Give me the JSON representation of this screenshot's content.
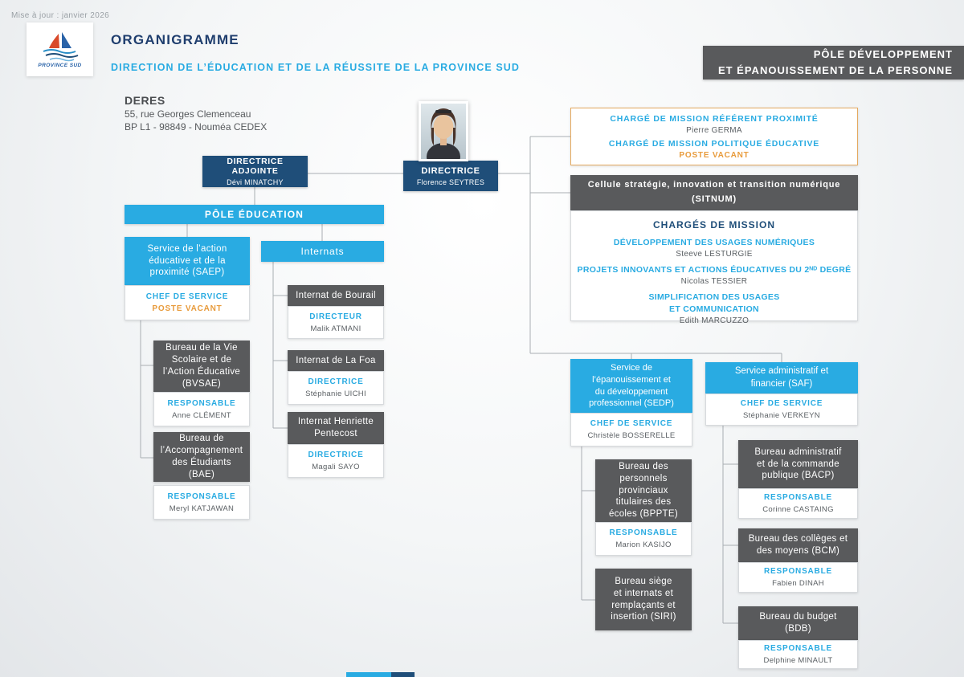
{
  "colors": {
    "navy": "#1f4e79",
    "cyan": "#29abe2",
    "dark_gray": "#595a5c",
    "orange": "#e89b3c"
  },
  "meta": {
    "updated_label": "Mise à jour :  janvier 2026"
  },
  "logo": {
    "text": "PROVINCE SUD"
  },
  "header": {
    "title": "ORGANIGRAMME",
    "subtitle": "DIRECTION DE L’ÉDUCATION ET DE LA RÉUSSITE DE LA PROVINCE SUD",
    "pole_banner": "PÔLE DÉVELOPPEMENT\nET ÉPANOUISSEMENT DE LA PERSONNE"
  },
  "address": {
    "name": "DERES",
    "line1": "55, rue Georges Clemenceau",
    "line2": "BP L1 - 98849 - Nouméa CEDEX"
  },
  "direction": {
    "adjointe_title": "DIRECTRICE ADJOINTE",
    "adjointe_name": "Dévi MINATCHY",
    "directrice_title": "DIRECTRICE",
    "directrice_name": "Florence SEYTRES"
  },
  "mission": {
    "role1": "CHARGÉ DE MISSION RÉFÉRENT PROXIMITÉ",
    "name1": "Pierre GERMA",
    "role2": "CHARGÉ DE MISSION POLITIQUE ÉDUCATIVE",
    "name2": "POSTE VACANT"
  },
  "sitnum": {
    "title": "Cellule stratégie, innovation et transition numérique\n(SITNUM)",
    "heading": "CHARGÉS DE MISSION",
    "items": [
      {
        "role": "DÉVELOPPEMENT DES USAGES NUMÉRIQUES",
        "name": "Steeve LESTURGIE"
      },
      {
        "role": "PROJETS INNOVANTS ET ACTIONS ÉDUCATIVES DU 2ᴺᴰ DEGRÉ",
        "name": "Nicolas TESSIER"
      },
      {
        "role": "SIMPLIFICATION DES USAGES\nET COMMUNICATION",
        "name": "Edith MARCUZZO"
      }
    ]
  },
  "pole_education": {
    "title": "PÔLE ÉDUCATION",
    "saep": {
      "title": "Service de l’action\néducative et de la\nproximité (SAEP)",
      "role": "CHEF DE SERVICE",
      "name": "POSTE VACANT"
    },
    "bvsae": {
      "title": "Bureau de la Vie\nScolaire et de\nl’Action Éducative\n(BVSAE)",
      "role": "RESPONSABLE",
      "name": "Anne CLÉMENT"
    },
    "bae": {
      "title": "Bureau de\nl’Accompagnement\ndes Étudiants\n(BAE)",
      "role": "RESPONSABLE",
      "name": "Meryl KATJAWAN"
    },
    "internats": {
      "title": "Internats",
      "list": [
        {
          "title": "Internat de Bourail",
          "role": "DIRECTEUR",
          "name": "Malik ATMANI"
        },
        {
          "title": "Internat de La Foa",
          "role": "DIRECTRICE",
          "name": "Stéphanie UICHI"
        },
        {
          "title": "Internat Henriette\nPentecost",
          "role": "DIRECTRICE",
          "name": "Magali SAYO"
        }
      ]
    }
  },
  "sedp": {
    "title": "Service de\nl’épanouissement et\ndu développement\nprofessionnel (SEDP)",
    "role": "CHEF DE SERVICE",
    "name": "Christèle BOSSERELLE",
    "bppte": {
      "title": "Bureau des\npersonnels\nprovinciaux\ntitulaires des\nécoles (BPPTE)",
      "role": "RESPONSABLE",
      "name": "Marion KASIJO"
    },
    "siri": {
      "title": "Bureau siège\net internats et\nremplaçants et\ninsertion (SIRI)"
    }
  },
  "saf": {
    "title": "Service administratif et\nfinancier (SAF)",
    "role": "CHEF DE SERVICE",
    "name": "Stéphanie VERKEYN",
    "bacp": {
      "title": "Bureau administratif\net de la commande\npublique (BACP)",
      "role": "RESPONSABLE",
      "name": "Corinne CASTAING"
    },
    "bcm": {
      "title": "Bureau des collèges et\ndes moyens (BCM)",
      "role": "RESPONSABLE",
      "name": "Fabien DINAH"
    },
    "bdb": {
      "title": "Bureau du budget\n(BDB)",
      "role": "RESPONSABLE",
      "name": "Delphine MINAULT"
    }
  }
}
